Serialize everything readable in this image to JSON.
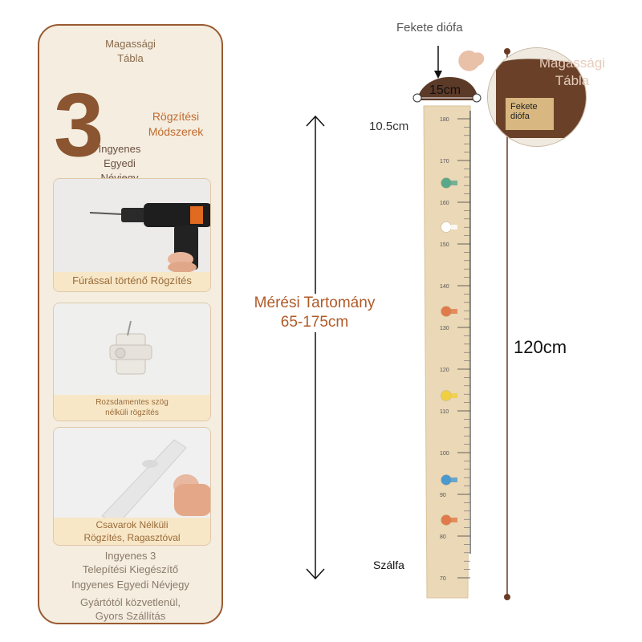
{
  "left_card": {
    "title": "Magassági\nTábla",
    "title_line1": "Magassági",
    "title_line2": "Tábla",
    "big_number": "3",
    "methods_line1": "Rögzítési",
    "methods_line2": "Módszerek",
    "free_tag_line1": "Ingyenes",
    "free_tag_line2": "Egyedi",
    "free_tag_line3": "Névjegy",
    "panels": [
      {
        "caption": "Fúrással történő Rögzítés",
        "icon": "drill-icon"
      },
      {
        "caption_line1": "Rozsdamentes szög",
        "caption_line2": "nélküli rögzítés",
        "icon": "nail-hook-icon"
      },
      {
        "caption_line1": "Csavarok Nélküli",
        "caption_line2": "Rögzítés, Ragasztóval",
        "icon": "adhesive-icon"
      }
    ],
    "bottom_line1": "Ingyenes 3",
    "bottom_line2": "Telepítési Kiegészítő",
    "bottom_line3": "Ingyenes Egyedi Névjegy",
    "bottom_line4": "Gyártótól közvetlenül,",
    "bottom_line5": "Gyors Szállítás"
  },
  "range": {
    "line1": "Mérési Tartomány",
    "line2": "65-175cm"
  },
  "product": {
    "top_label": "Fekete diófa",
    "width_label": "15cm",
    "side_label": "10.5cm",
    "length_label": "120cm",
    "wood_label": "Szálfa",
    "zoom_title_line1": "Magassági",
    "zoom_title_line2": "Tábla",
    "zoom_plate_line1": "Fekete",
    "zoom_plate_line2": "diófa",
    "ruler_ticks": [
      "180",
      "170",
      "160",
      "150",
      "140",
      "130",
      "120",
      "110",
      "100",
      "90",
      "80",
      "70"
    ],
    "peg_colors": [
      "#5aa88a",
      "#ffffff",
      "#e07a4a",
      "#f0d040",
      "#4a9ad0",
      "#e07a4a"
    ]
  },
  "colors": {
    "accent": "#b05a28",
    "card_border": "#9a5a30",
    "walnut": "#5c3a28",
    "pine": "#e8d5b0"
  }
}
